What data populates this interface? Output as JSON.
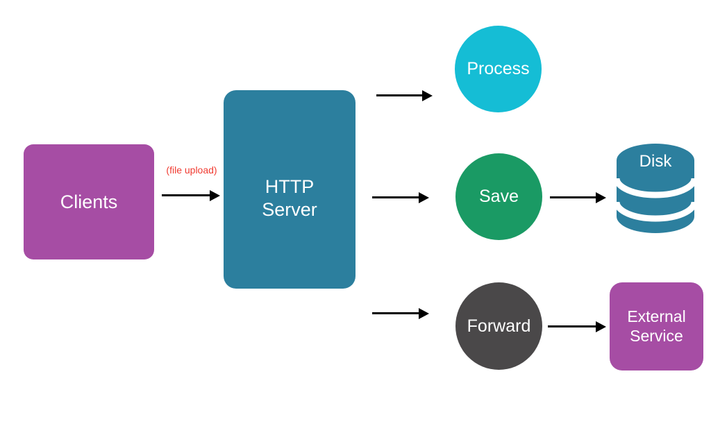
{
  "diagram": {
    "description": "File upload flow diagram",
    "background": "#FFFFFF",
    "arrow_color": "#000000",
    "nodes": {
      "clients": {
        "label": "Clients",
        "shape": "rounded-square",
        "color": "#A64DA4",
        "text_color": "#FFFFFF"
      },
      "http_server": {
        "lines": [
          "HTTP",
          "Server"
        ],
        "shape": "rounded-rect",
        "color": "#2C7F9E",
        "text_color": "#FFFFFF"
      },
      "process": {
        "label": "Process",
        "shape": "circle",
        "color": "#15BDD5",
        "text_color": "#FFFFFF"
      },
      "save": {
        "label": "Save",
        "shape": "circle",
        "color": "#1A9A64",
        "text_color": "#FFFFFF"
      },
      "forward": {
        "label": "Forward",
        "shape": "circle",
        "color": "#4A4849",
        "text_color": "#FFFFFF"
      },
      "disk": {
        "label": "Disk",
        "shape": "database-cylinder",
        "color": "#2C7F9E",
        "text_color": "#FFFFFF"
      },
      "external_service": {
        "lines": [
          "External",
          "Service"
        ],
        "shape": "rounded-square",
        "color": "#A64DA4",
        "text_color": "#FFFFFF"
      }
    },
    "edge_label": {
      "text": "(file upload)",
      "color": "#F03A30"
    },
    "edges": [
      {
        "from": "clients",
        "to": "http_server",
        "label": "(file upload)"
      },
      {
        "from": "http_server",
        "to": "process",
        "label": ""
      },
      {
        "from": "http_server",
        "to": "save",
        "label": ""
      },
      {
        "from": "http_server",
        "to": "forward",
        "label": ""
      },
      {
        "from": "save",
        "to": "disk",
        "label": ""
      },
      {
        "from": "forward",
        "to": "external_service",
        "label": ""
      }
    ]
  }
}
